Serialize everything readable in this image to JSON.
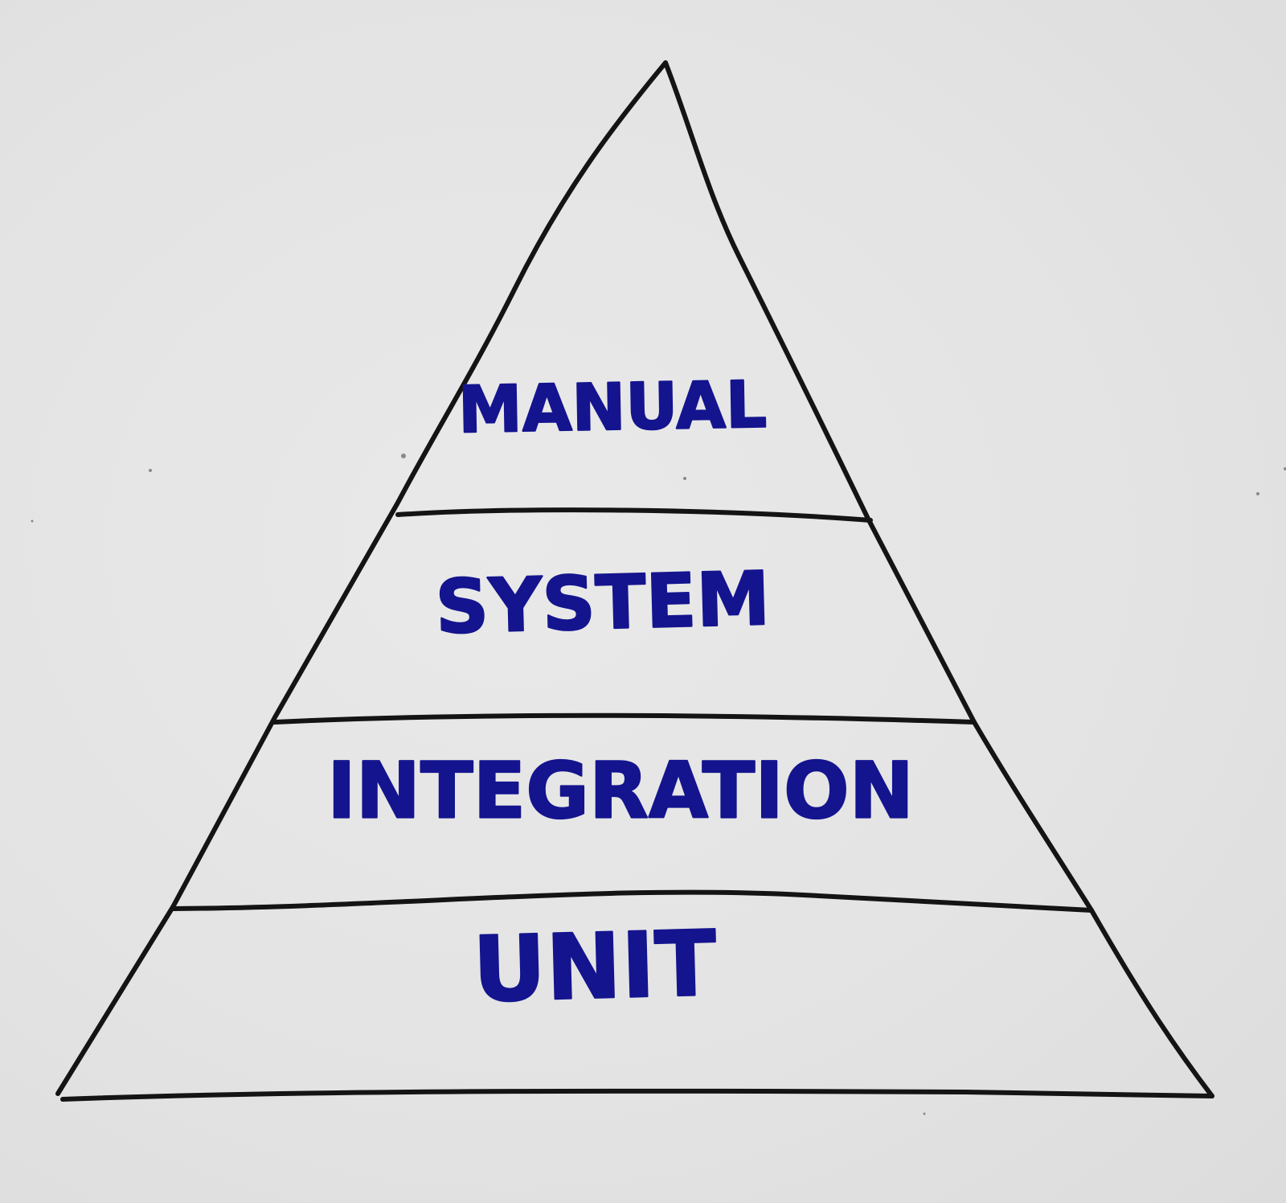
{
  "pyramid": {
    "tiers": [
      {
        "label": "MANUAL"
      },
      {
        "label": "SYSTEM"
      },
      {
        "label": "INTEGRATION"
      },
      {
        "label": "UNIT"
      }
    ]
  },
  "colors": {
    "background": "#e4e4e4",
    "outline": "#141414",
    "label_ink": "#14148f"
  }
}
